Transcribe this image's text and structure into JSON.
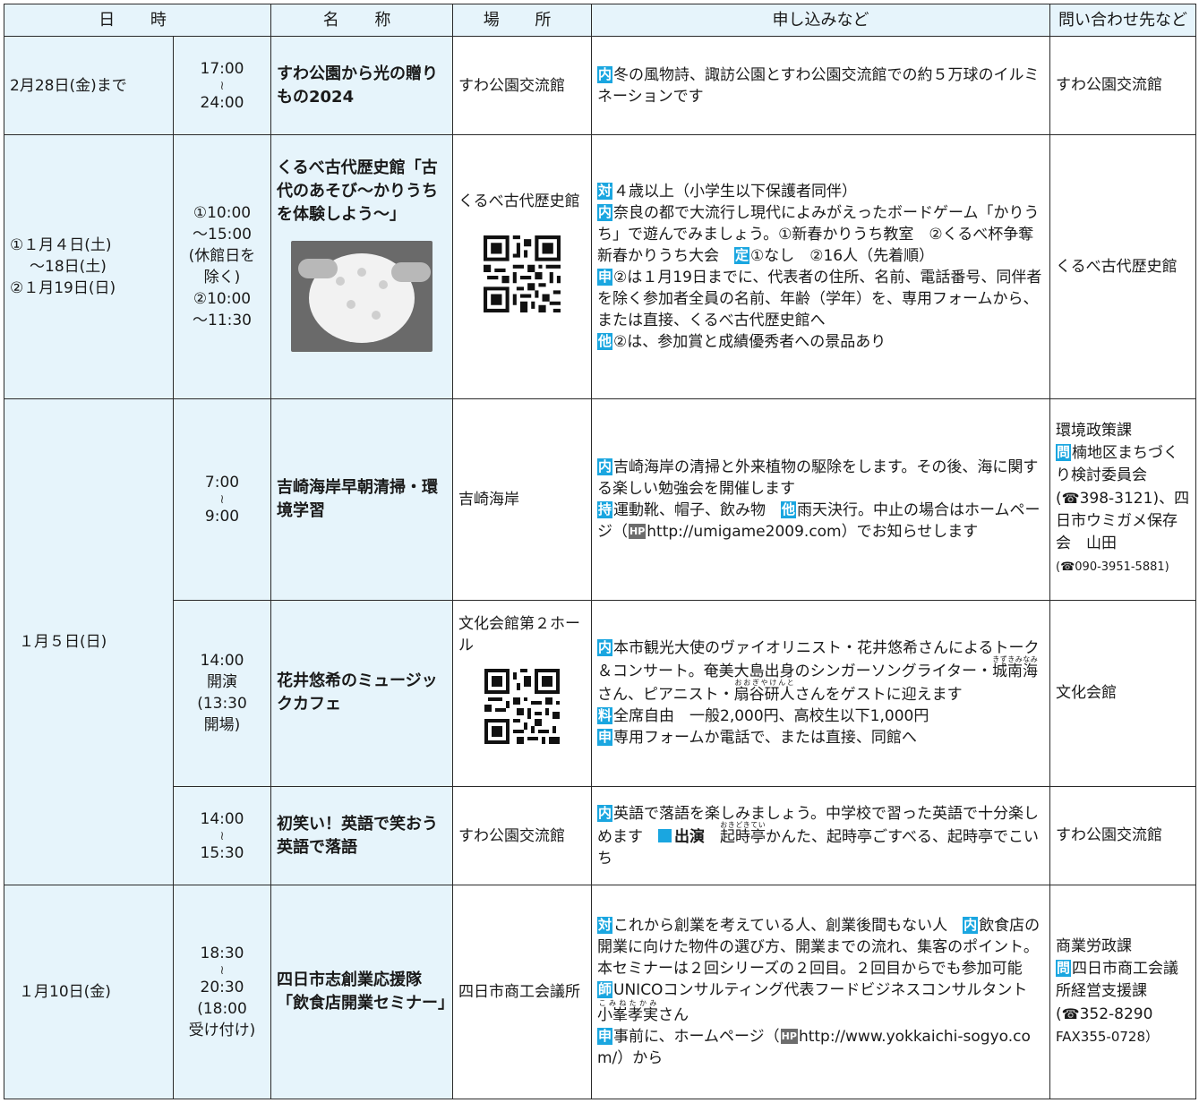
{
  "headers": {
    "datetime": "日　時",
    "name": "名　称",
    "place": "場　所",
    "apply": "申し込みなど",
    "contact": "問い合わせ先など"
  },
  "markers": {
    "nai": "内",
    "tai": "対",
    "tei": "定",
    "shin": "申",
    "ta": "他",
    "ji": "持",
    "ryo": "料",
    "shi": "師",
    "toi": "問",
    "hp": "HP",
    "tel": "☎",
    "wave": "≀"
  },
  "events": {
    "e1": {
      "date": "2月28日(金)まで",
      "time_start": "17:00",
      "time_end": "24:00",
      "name": "すわ公園から光の贈りもの2024",
      "place": "すわ公園交流館",
      "detail": "冬の風物詩、諏訪公園とすわ公園交流館での約５万球のイルミネーションです",
      "contact": "すわ公園交流館"
    },
    "e2": {
      "date1": "①１月４日(土)",
      "date2": "〜18日(土)",
      "date3": "②１月19日(日)",
      "time1": "①10:00",
      "time2": "〜15:00",
      "time3": "(休館日を除く)",
      "time4": "②10:00",
      "time5": "〜11:30",
      "name": "くるべ古代歴史館「古代のあそび〜かりうちを体験しよう〜」",
      "place": "くるべ古代歴史館",
      "target": "４歳以上（小学生以下保護者同伴）",
      "detail": "奈良の都で大流行し現代によみがえったボードゲーム「かりうち」で遊んでみましょう。①新春かりうち教室　②くるべ杯争奪　新春かりうち大会",
      "capacity": "①なし　②16人（先着順）",
      "apply": "②は１月19日までに、代表者の住所、名前、電話番号、同伴者を除く参加者全員の名前、年齢（学年）を、専用フォームから、または直接、くるべ古代歴史館へ",
      "other": "②は、参加賞と成績優秀者への景品あり",
      "contact": "くるべ古代歴史館"
    },
    "e3": {
      "date": "１月５日(日)",
      "time_start": "7:00",
      "time_end": "9:00",
      "name": "吉崎海岸早朝清掃・環境学習",
      "place": "吉崎海岸",
      "detail": "吉崎海岸の清掃と外来植物の駆除をします。その後、海に関する楽しい勉強会を開催します",
      "bring": "運動靴、帽子、飲み物",
      "other": "雨天決行。中止の場合はホームページ（",
      "url": "http://umigame2009.com",
      "other_end": "）でお知らせします",
      "contact1": "環境政策課",
      "contact2": "楠地区まちづくり検討委員会",
      "tel1": "398-3121",
      "contact3": "、四日市ウミガメ保存会　山田",
      "tel2": "090-3951-5881"
    },
    "e4": {
      "time1": "14:00",
      "time2": "開演",
      "time3": "(13:30",
      "time4": "開場)",
      "name": "花井悠希のミュージックカフェ",
      "place": "文化会館第２ホール",
      "detail_a": "本市観光大使のヴァイオリニスト・花井悠希さんによるトーク＆コンサート。奄美大島出身のシンガーソングライター・",
      "ruby1_base": "城南海",
      "ruby1_text": "きずきみなみ",
      "detail_b": "さん、ピアニスト・",
      "ruby2_base": "扇谷研人",
      "ruby2_text": "おおぎやけんと",
      "detail_c": "さんをゲストに迎えます",
      "fee": "全席自由　一般2,000円、高校生以下1,000円",
      "apply": "専用フォームか電話で、または直接、同館へ",
      "contact": "文化会館"
    },
    "e5": {
      "time_start": "14:00",
      "time_end": "15:30",
      "name": "初笑い！英語で笑おう　英語で落語",
      "place": "すわ公園交流館",
      "detail": "英語で落語を楽しみましょう。中学校で習った英語で十分楽しめます",
      "perform_label": "出演",
      "ruby_base": "起時亭",
      "ruby_text": "おきどきてい",
      "perform_a": "かんた、起時亭ごすべる、起時亭でこいち",
      "contact": "すわ公園交流館"
    },
    "e6": {
      "date": "１月10日(金)",
      "time_start": "18:30",
      "time_end": "20:30",
      "time_note1": "(18:00",
      "time_note2": "受け付け)",
      "name": "四日市志創業応援隊「飲食店開業セミナー」",
      "place": "四日市商工会議所",
      "target": "これから創業を考えている人、創業後間もない人　",
      "detail": "飲食店の開業に向けた物件の選び方、開業までの流れ、集客のポイント。本セミナーは２回シリーズの２回目。２回目からでも参加可能　",
      "lecturer_a": "UNICOコンサルティング代表フードビジネスコンサルタント　",
      "ruby_base": "小峯孝実",
      "ruby_text": "こみねたかみ",
      "lecturer_b": "さん",
      "apply": "事前に、ホームページ（",
      "url": "http://www.yokkaichi-sogyo.com/",
      "apply_end": "）から",
      "contact1": "商業労政課",
      "contact2": "四日市商工会議所経営支援課",
      "tel": "352-8290",
      "fax": "FAX355-0728）"
    }
  }
}
